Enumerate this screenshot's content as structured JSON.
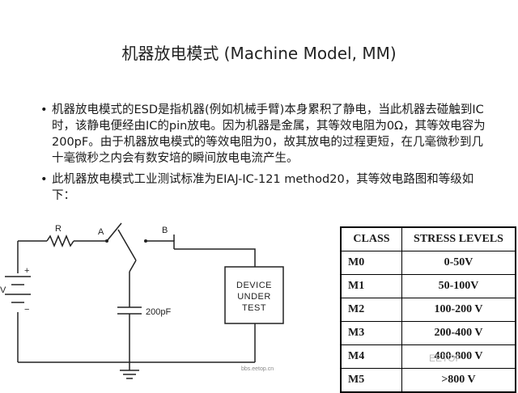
{
  "slide": {
    "title": "机器放电模式 (Machine Model, MM)",
    "bullets": [
      "机器放电模式的ESD是指机器(例如机械手臂)本身累积了静电，当此机器去碰触到IC时，该静电便经由IC的pin放电。因为机器是金属，其等效电阻为0Ω，其等效电容为200pF。由于机器放电模式的等效电阻为0，故其放电的过程更短，在几毫微秒到几十毫微秒之内会有数安培的瞬间放电电流产生。",
      "此机器放电模式工业测试标准为EIAJ-IC-121 method20，其等效电路图和等级如下："
    ]
  },
  "circuit": {
    "resistor_label": "R",
    "node_a": "A",
    "node_b": "B",
    "source_label": "V",
    "plus_sign": "+",
    "minus_sign": "−",
    "capacitor_value": "200pF",
    "device_line1": "DEVICE",
    "device_line2": "UNDER",
    "device_line3": "TEST"
  },
  "table": {
    "headers": [
      "CLASS",
      "STRESS LEVELS"
    ],
    "rows": [
      [
        "M0",
        "0-50V"
      ],
      [
        "M1",
        "50-100V"
      ],
      [
        "M2",
        "100-200 V"
      ],
      [
        "M3",
        "200-400 V"
      ],
      [
        "M4",
        "400-800 V"
      ],
      [
        "M5",
        ">800 V"
      ]
    ]
  },
  "watermark": {
    "url": "bbs.eetop.cn",
    "logo": "EETOP"
  }
}
